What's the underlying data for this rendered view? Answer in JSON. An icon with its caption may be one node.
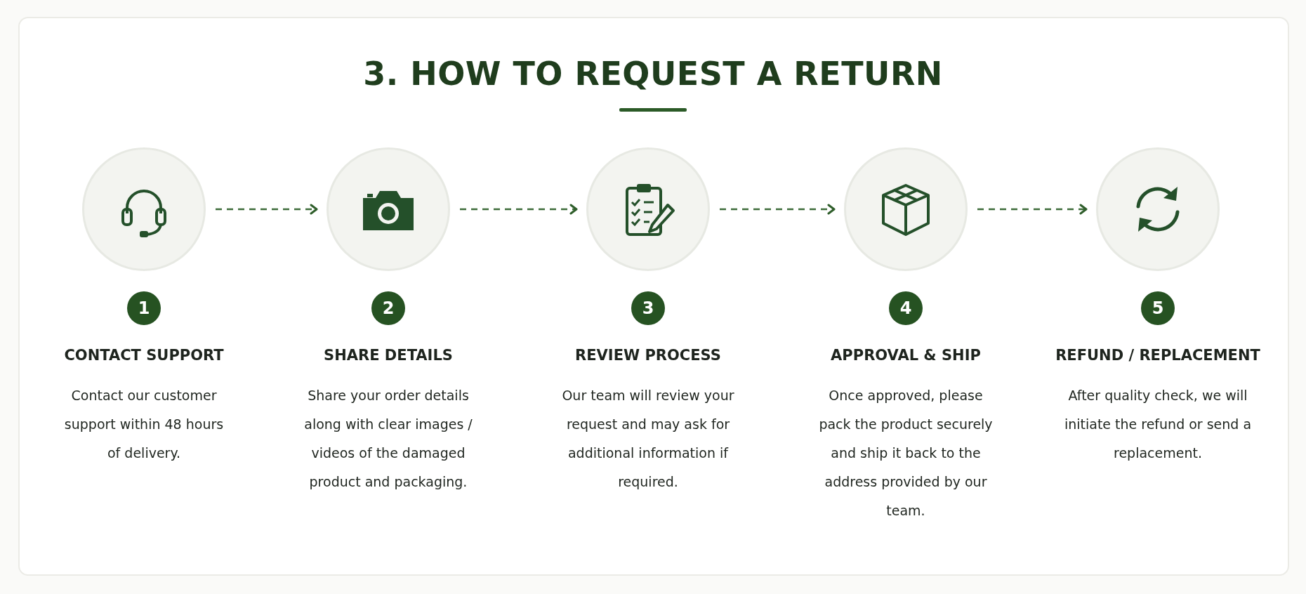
{
  "diagram": {
    "title": "3. HOW TO REQUEST A RETURN",
    "nodes": [
      {
        "text": [],
        "shape": "circle",
        "beside": [
          "1",
          "CONTACT SUPPORT",
          "Contact our customer support within 48 hours of delivery."
        ]
      },
      {
        "text": [],
        "shape": "circle",
        "beside": [
          "2",
          "SHARE DETAILS",
          "Share your order details along with clear images / videos of the damaged product and packaging."
        ]
      },
      {
        "text": [],
        "shape": "circle",
        "beside": [
          "3",
          "REVIEW PROCESS",
          "Our team will review your request and may ask for additional information if required."
        ]
      },
      {
        "text": [],
        "shape": "circle",
        "beside": [
          "4",
          "APPROVAL & SHIP",
          "Once approved, please pack the product securely and ship it back to the address provided by our team."
        ]
      },
      {
        "text": [],
        "shape": "circle",
        "beside": [
          "5",
          "REFUND / REPLACEMENT",
          "After quality check, we will initiate the refund or send a replacement."
        ]
      }
    ],
    "edges": [
      {
        "from": 0,
        "to": 1,
        "arrow": "to",
        "style": "dashed"
      },
      {
        "from": 1,
        "to": 2,
        "arrow": "to",
        "style": "dashed"
      },
      {
        "from": 2,
        "to": 3,
        "arrow": "to",
        "style": "dashed"
      },
      {
        "from": 3,
        "to": 4,
        "arrow": "to",
        "style": "dashed"
      }
    ]
  }
}
